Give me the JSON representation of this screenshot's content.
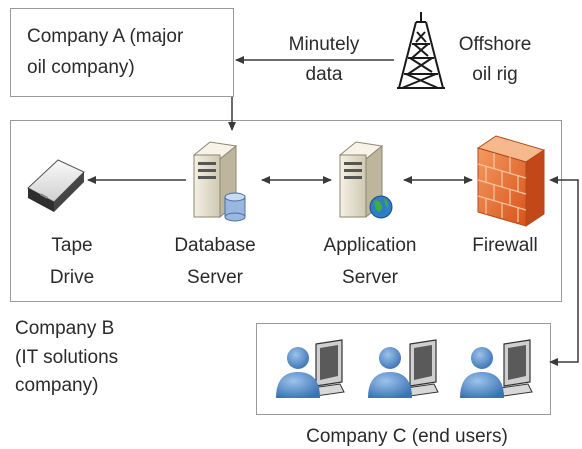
{
  "company_a": {
    "line1": "Company A (major",
    "line2": "oil company)"
  },
  "data_flow": {
    "line1": "Minutely",
    "line2": "data"
  },
  "oil_rig": {
    "line1": "Offshore",
    "line2": "oil rig"
  },
  "company_b": {
    "line1": "Company B",
    "line2": "(IT solutions",
    "line3": "company)",
    "nodes": {
      "tape_drive": {
        "line1": "Tape",
        "line2": "Drive"
      },
      "database_server": {
        "line1": "Database",
        "line2": "Server"
      },
      "application_server": {
        "line1": "Application",
        "line2": "Server"
      },
      "firewall": {
        "line1": "Firewall"
      }
    }
  },
  "company_c": {
    "label": "Company C (end users)"
  },
  "colors": {
    "box_border": "#9a9a9a",
    "arrow": "#3a3a3a",
    "firewall": "#e8672c",
    "user": "#4f86c6",
    "server_body": "#e9e4d4"
  }
}
